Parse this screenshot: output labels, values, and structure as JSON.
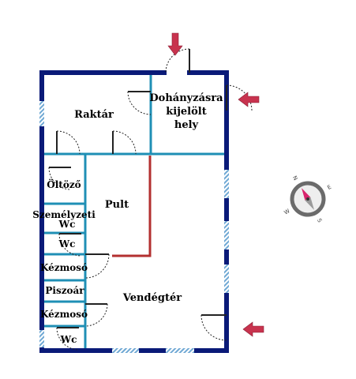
{
  "colors": {
    "outer_wall": "#0a1a78",
    "inner_wall": "#1f8fb5",
    "counter": "#b33030",
    "window_stripe": "#6fa8d4",
    "arrow": "#c8334e",
    "compass_ring": "#6b6b6b",
    "compass_north": "#d8246c"
  },
  "icons": {
    "entrance_arrow": "entrance-arrow-icon",
    "compass": "compass-icon"
  },
  "rooms": {
    "raktar": "Raktár",
    "dohanyzo_1": "Dohányzásra",
    "dohanyzo_2": "kijelölt",
    "dohanyzo_3": "hely",
    "oltozo": "Öltöző",
    "pult": "Pult",
    "szemelyzeti": "Személyzeti",
    "wc_staff": "Wc",
    "wc_2": "Wc",
    "kezmoso_1": "Kézmosó",
    "piszoar": "Piszoár",
    "kezmoso_2": "Kézmosó",
    "wc_3": "Wc",
    "vendegter": "Vendégtér"
  },
  "compass": {
    "n": "N",
    "s": "S",
    "e": "E",
    "w": "W"
  }
}
